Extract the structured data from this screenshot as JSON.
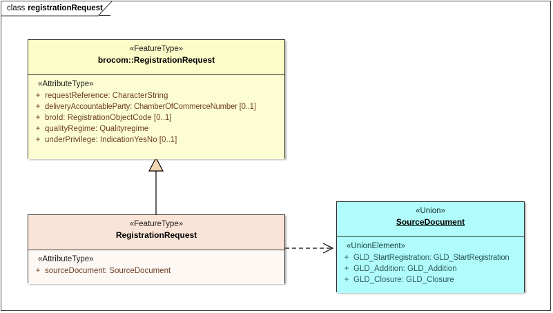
{
  "diagram": {
    "frame_label_kind": "class",
    "frame_label_name": "registrationRequest"
  },
  "classes": {
    "brocom_registration_request": {
      "stereotype": "«FeatureType»",
      "name": "brocom::RegistrationRequest",
      "section_label": "«AttributeType»",
      "attributes": [
        {
          "visibility": "+",
          "text": "requestReference: CharacterString"
        },
        {
          "visibility": "+",
          "text": "deliveryAccountableParty: ChamberOfCommerceNumber [0..1]"
        },
        {
          "visibility": "+",
          "text": "broId: RegistrationObjectCode [0..1]"
        },
        {
          "visibility": "+",
          "text": "qualityRegime: Qualityregime"
        },
        {
          "visibility": "+",
          "text": "underPrivilege: IndicationYesNo [0..1]"
        }
      ]
    },
    "registration_request": {
      "stereotype": "«FeatureType»",
      "name": "RegistrationRequest",
      "section_label": "«AttributeType»",
      "attributes": [
        {
          "visibility": "+",
          "text": "sourceDocument: SourceDocument"
        }
      ]
    },
    "source_document": {
      "stereotype": "«Union»",
      "name": "SourceDocument",
      "section_label": "«UnionElement»",
      "attributes": [
        {
          "visibility": "+",
          "text": "GLD_StartRegistration: GLD_StartRegistration"
        },
        {
          "visibility": "+",
          "text": "GLD_Addition: GLD_Addition"
        },
        {
          "visibility": "+",
          "text": "GLD_Closure: GLD_Closure"
        }
      ]
    }
  },
  "connectors": [
    {
      "name": "generalization",
      "kind": "generalization",
      "from": "RegistrationRequest",
      "to": "brocom::RegistrationRequest",
      "line_style": "solid",
      "arrowhead": "hollow-triangle"
    },
    {
      "name": "dependency",
      "kind": "dependency",
      "from": "RegistrationRequest",
      "to": "SourceDocument",
      "line_style": "dashed",
      "arrowhead": "open-arrow"
    }
  ],
  "colors": {
    "feature_type_header": "#FCFCC8",
    "feature_type_body": "#FDFDD3",
    "subtype_header": "#FAE4D7",
    "subtype_body": "#FDF8F4",
    "union_fill": "#B0FBFB",
    "attribute_text": "#6D4024",
    "union_attribute_text": "#2C5C5E",
    "border": "#33332E",
    "generalization_arrow_fill": "#F5D8B3"
  }
}
